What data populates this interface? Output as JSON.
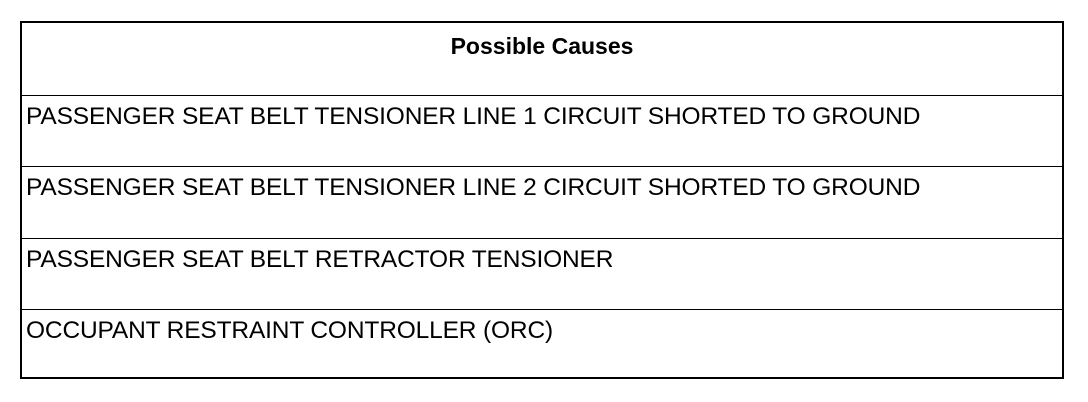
{
  "table": {
    "header": "Possible Causes",
    "rows": [
      "PASSENGER SEAT BELT TENSIONER LINE 1 CIRCUIT SHORTED TO GROUND",
      "PASSENGER SEAT BELT TENSIONER LINE 2 CIRCUIT SHORTED TO GROUND",
      "PASSENGER SEAT BELT RETRACTOR TENSIONER",
      "OCCUPANT RESTRAINT CONTROLLER (ORC)"
    ]
  }
}
